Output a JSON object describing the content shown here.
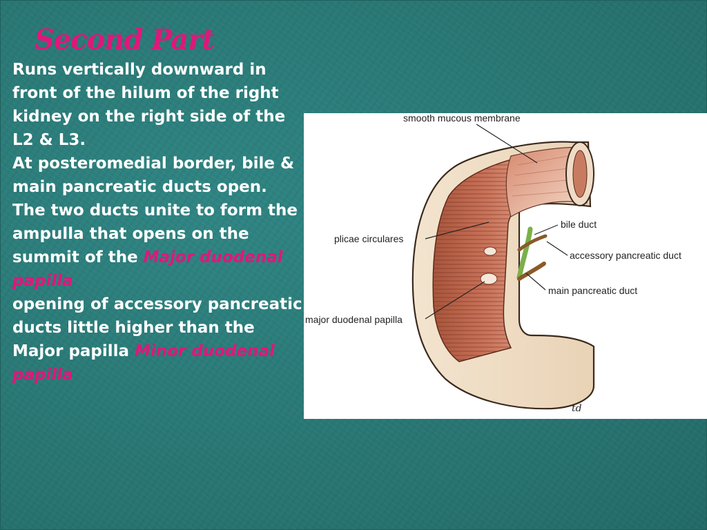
{
  "slide": {
    "title": "Second Part",
    "paragraphs": [
      {
        "text": "Runs vertically downward in front of the hilum of the right kidney on the right side of the L2 & L3."
      },
      {
        "text": "At posteromedial border, bile & main pancreatic ducts open."
      },
      {
        "text_before": "The two ducts unite to form the ampulla that opens on the summit of the ",
        "highlight": "Major duodenal papilla"
      },
      {
        "text_before": "opening of accessory pancreatic ducts little higher than the Major papilla ",
        "highlight": "Minor duodenal papilla"
      }
    ],
    "highlight_color": "#e0177a",
    "text_color": "#ffffff",
    "background_color": "#2a7a78"
  },
  "figure": {
    "labels": {
      "smooth_mucous_membrane": "smooth mucous membrane",
      "plicae_circulares": "plicae circulares",
      "bile_duct": "bile duct",
      "accessory_pancreatic_duct": "accessory pancreatic duct",
      "main_pancreatic_duct": "main pancreatic duct",
      "major_duodenal_papilla": "major duodenal papilla",
      "signature": "td"
    }
  }
}
